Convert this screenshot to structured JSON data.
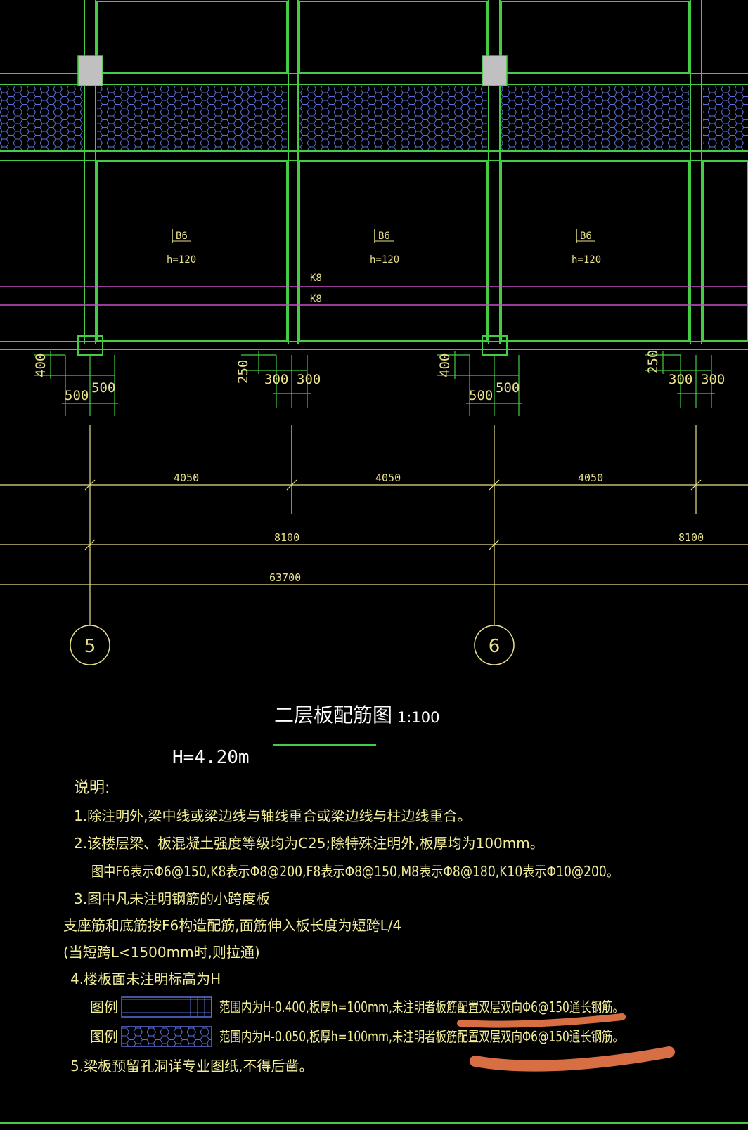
{
  "plan": {
    "slab_mark": "B6",
    "slab_thickness": "h=120",
    "rebar_label_1": "K8",
    "rebar_label_2": "K8"
  },
  "dimensions": {
    "col_offset_v": "400",
    "beam_offset_v": "250",
    "col_half_width": "500",
    "beam_half_width": "300",
    "span_half": "4050",
    "span_bay": "8100",
    "overall": "63700"
  },
  "axes": [
    "5",
    "6"
  ],
  "title": {
    "text": "二层板配筋图",
    "scale": "1:100",
    "elevation": "H=4.20m"
  },
  "notes": {
    "heading": "说明:",
    "n1": "1.除注明外,梁中线或梁边线与轴线重合或梁边线与柱边线重合。",
    "n2": "2.该楼层梁、板混凝土强度等级均为C25;除特殊注明外,板厚均为100mm。",
    "n2b": "图中F6表示Φ6@150,K8表示Φ8@200,F8表示Φ8@150,M8表示Φ8@180,K10表示Φ10@200。",
    "n3": "3.图中凡未注明钢筋的小跨度板",
    "n3b": "支座筋和底筋按F6构造配筋,面筋伸入板长度为短跨L/4",
    "n3c": "(当短跨L<1500mm时,则拉通)",
    "n4": "4.楼板面未注明标高为H",
    "legend_label": "图例",
    "legend1": "范围内为H-0.400,板厚h=100mm,未注明者板筋配置双层双向Φ6@150通长钢筋。",
    "legend2": "范围内为H-0.050,板厚h=100mm,未注明者板筋配置双层双向Φ6@150通长钢筋。",
    "n5": "5.梁板预留孔洞详专业图纸,不得后凿。"
  },
  "colors": {
    "beam": "#44cc44",
    "column": "#c0c0c0",
    "hatch": "#5a6fd8",
    "annotation": "#e8e08a",
    "magenta_line": "#c84fc8",
    "highlight": "#f07a4a"
  }
}
